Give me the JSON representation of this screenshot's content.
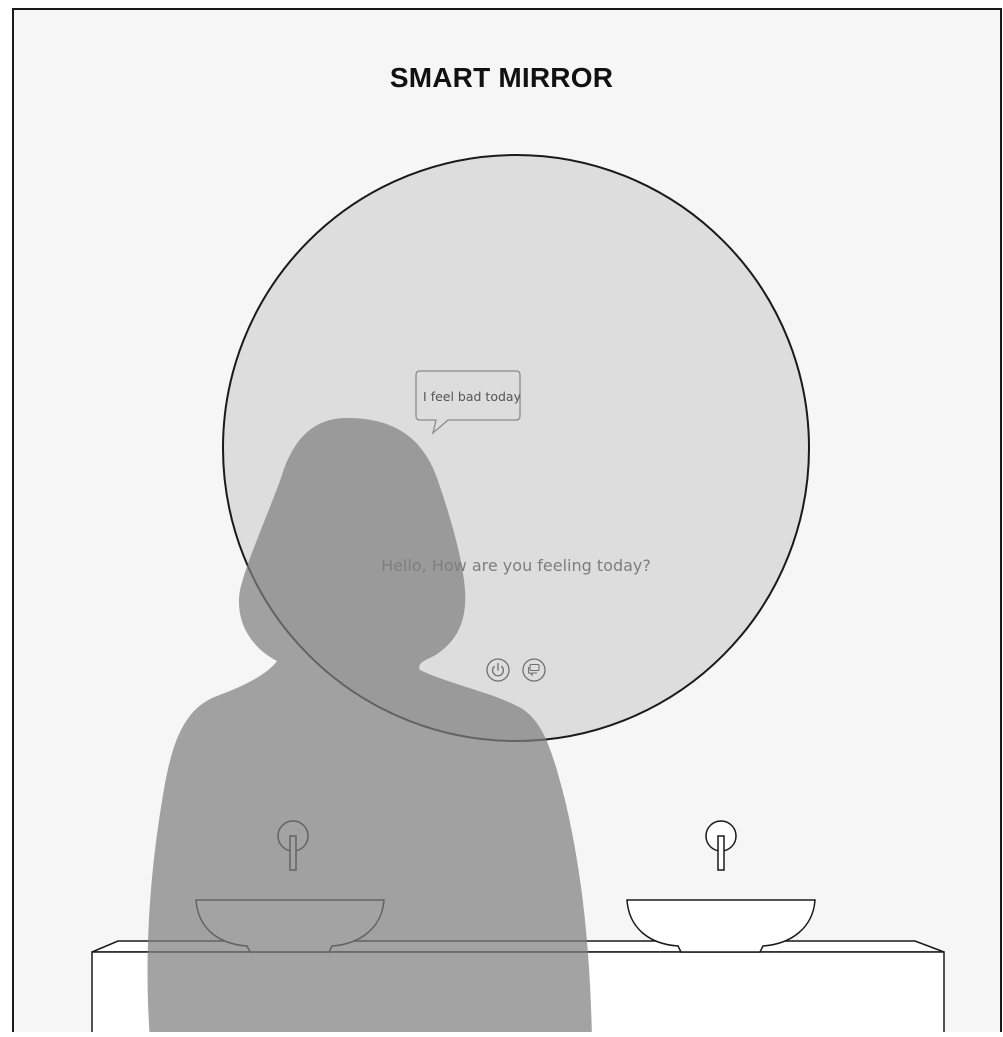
{
  "title": "SMART MIRROR",
  "speech_bubble": {
    "text": "I feel bad today"
  },
  "mirror": {
    "greeting": "Hello, How are you feeling today?",
    "buttons": [
      {
        "name": "power-button",
        "icon": "power-icon"
      },
      {
        "name": "chat-button",
        "icon": "chat-icon"
      }
    ]
  },
  "colors": {
    "background": "#f5f6f5",
    "mirror_fill": "#dcdddc",
    "silhouette": "#8e8f8e",
    "greeting_text": "#7d7e7d",
    "outline": "#1a1a1a"
  }
}
